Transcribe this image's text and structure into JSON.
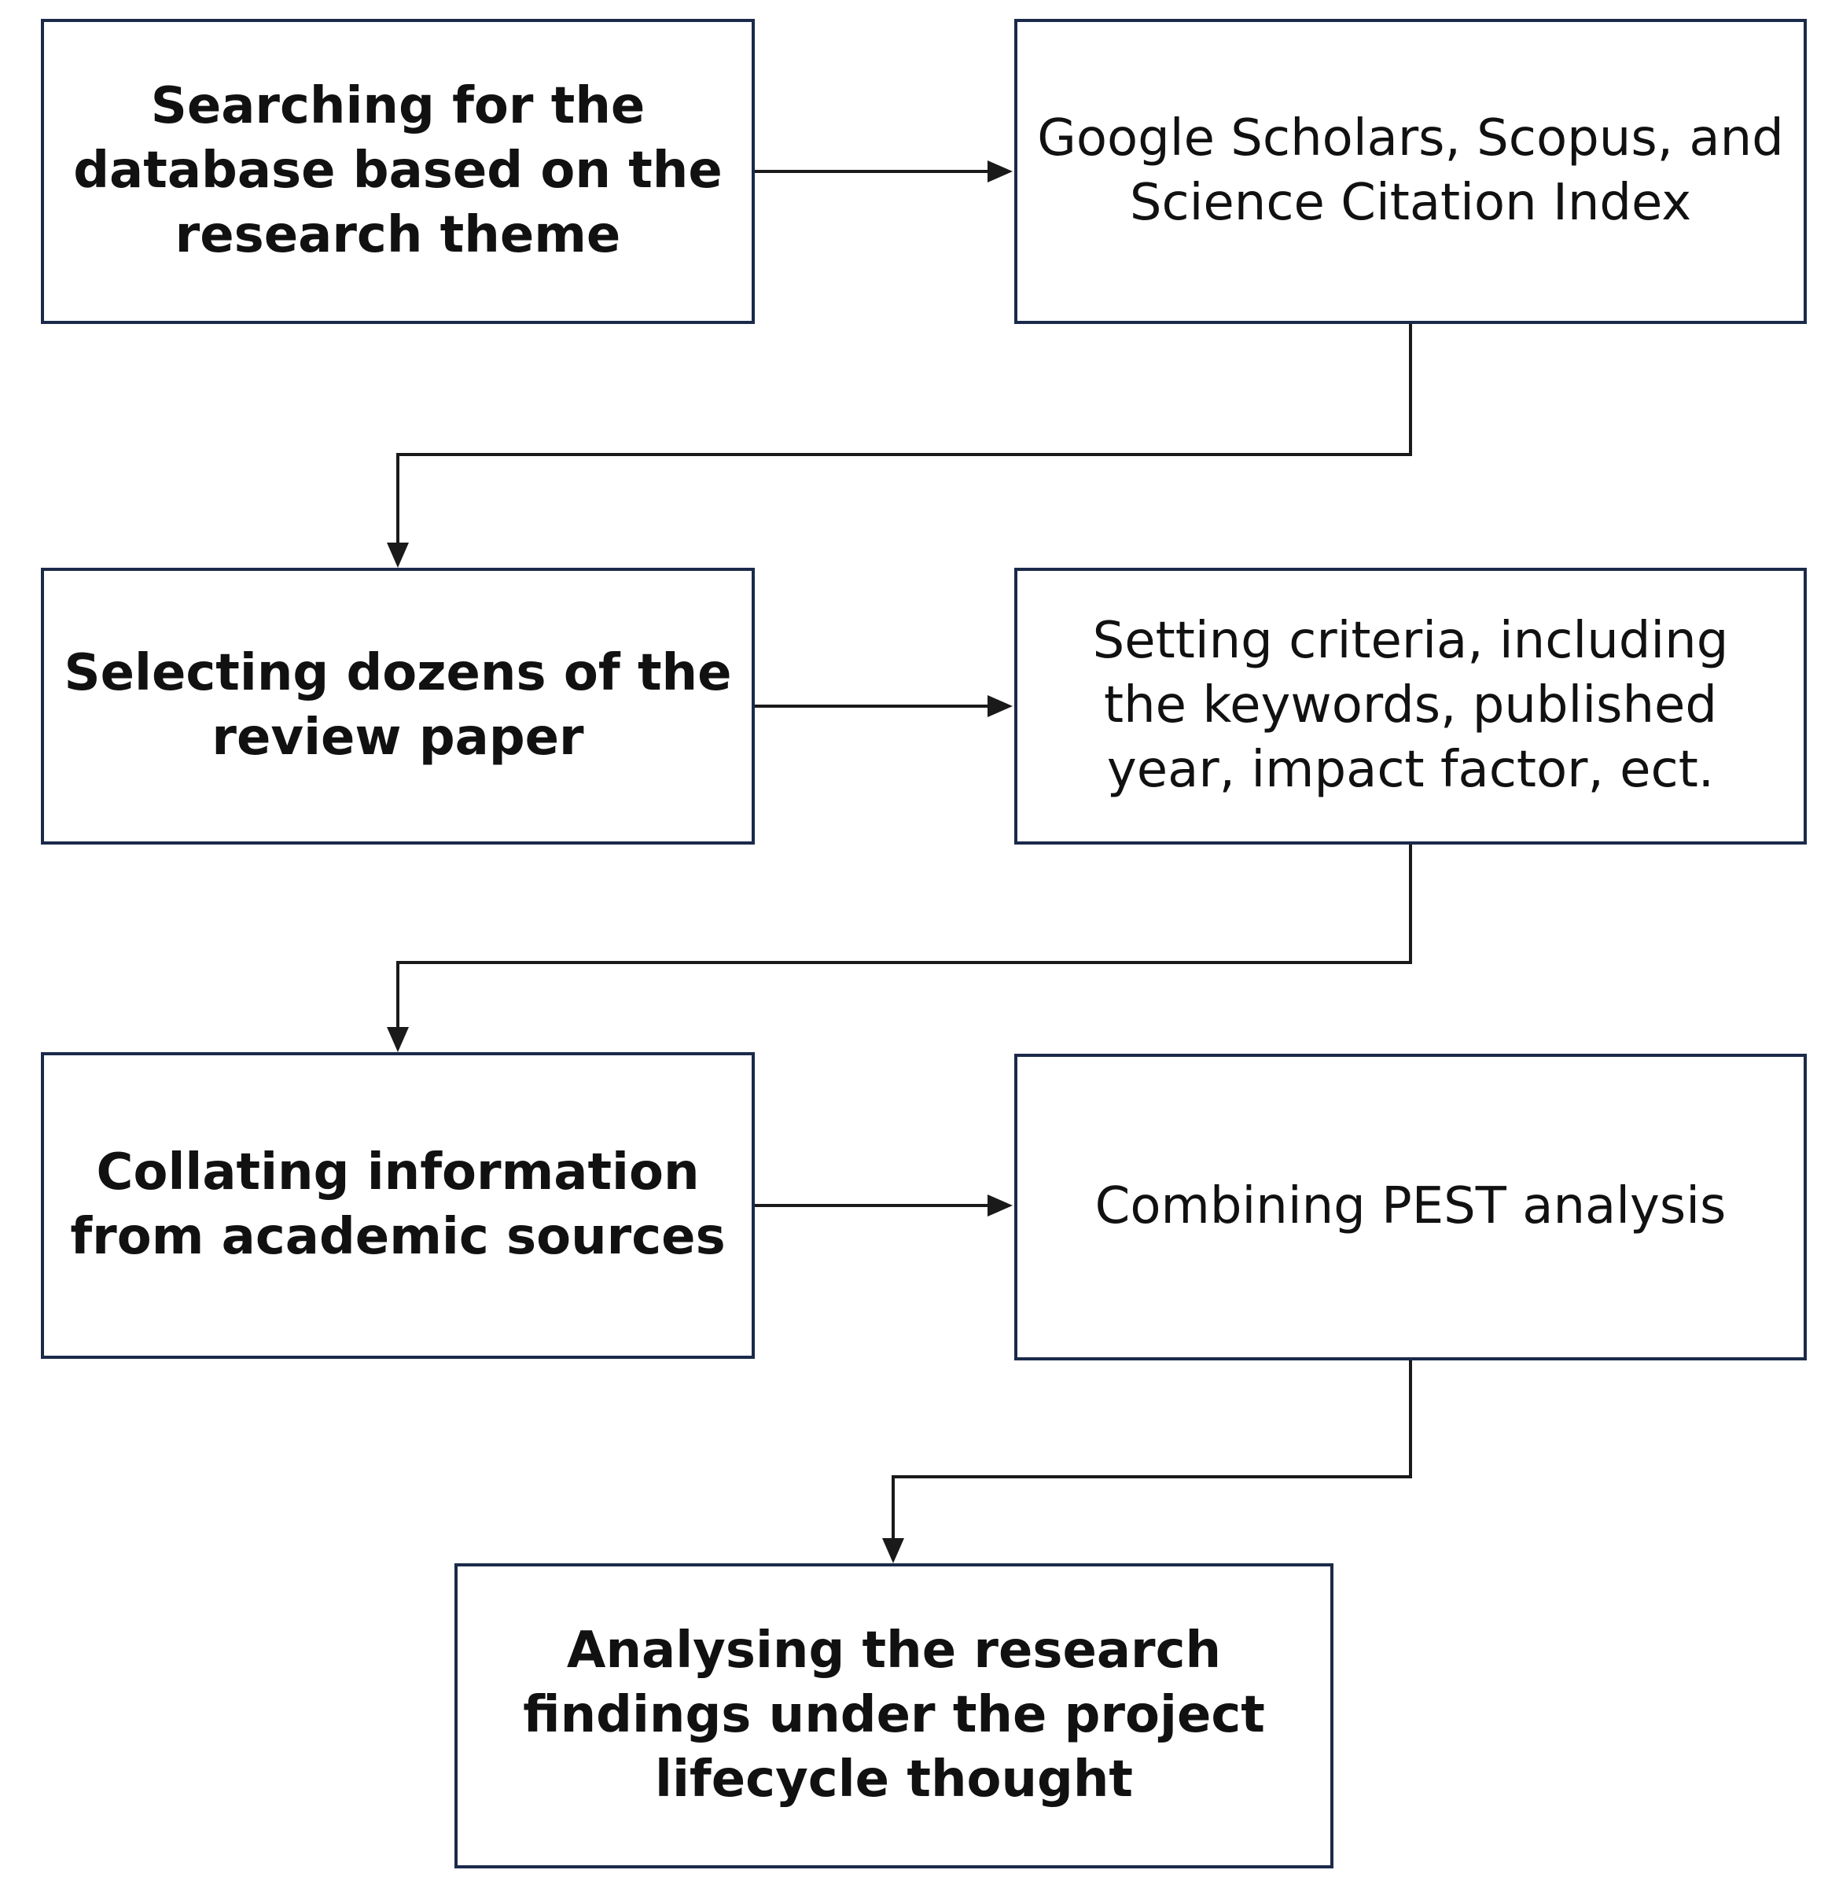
{
  "steps": {
    "step1": "Searching for the database based on the research theme",
    "step2": "Google Scholars, Scopus, and Science Citation Index",
    "step3": "Selecting dozens of the review paper",
    "step4": "Setting criteria, including the keywords, published year, impact factor, ect.",
    "step5": "Collating information from academic sources",
    "step6": "Combining PEST analysis",
    "step7": "Analysing the research findings under the project lifecycle thought"
  },
  "colors": {
    "box_border": "#1b2a4a",
    "connector": "#1a1a1a",
    "text": "#111111",
    "background": "#ffffff"
  }
}
